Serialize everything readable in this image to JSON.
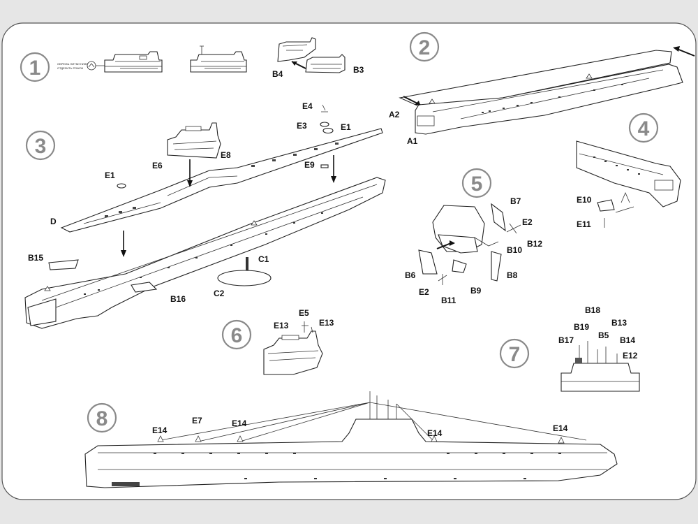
{
  "sheet": {
    "background": "#ffffff",
    "frame_color": "#555555"
  },
  "steps": [
    "1",
    "2",
    "3",
    "4",
    "5",
    "6",
    "7",
    "8"
  ],
  "step1": {
    "note_line1": "ОБРЕЖЬ НИТКИ НИЖЕ",
    "note_line2": "ОТДЕЛИТЬ РОЖОК",
    "part_b4": "B4",
    "part_b3": "B3"
  },
  "step2": {
    "part_a2": "A2",
    "part_a1": "A1"
  },
  "step3": {
    "e4": "E4",
    "e3": "E3",
    "e1_right": "E1",
    "e9": "E9",
    "e6": "E6",
    "e8": "E8",
    "e1_left": "E1",
    "d": "D",
    "b15": "B15",
    "b16": "B16",
    "c1": "C1",
    "c2": "C2"
  },
  "step4": {
    "e10": "E10",
    "e11": "E11"
  },
  "step5": {
    "b7": "B7",
    "e2_top": "E2",
    "b12": "B12",
    "b10": "B10",
    "b6": "B6",
    "b8": "B8",
    "e2_bottom": "E2",
    "b11": "B11",
    "b9": "B9"
  },
  "step6": {
    "e5": "E5",
    "e13_left": "E13",
    "e13_right": "E13"
  },
  "step7": {
    "b18": "B18",
    "b19": "B19",
    "b13": "B13",
    "b17": "B17",
    "b5": "B5",
    "b14": "B14",
    "e12": "E12"
  },
  "step8": {
    "e14_a": "E14",
    "e7": "E7",
    "e14_b": "E14",
    "e14_c": "E14",
    "e14_d": "E14"
  }
}
